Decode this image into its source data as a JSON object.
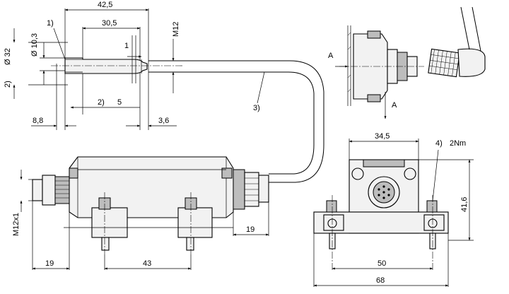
{
  "dimensions": {
    "sensor_total_length": "42,5",
    "sensor_body_length": "30,5",
    "sensor_thread": "M12",
    "sensor_diameter_inner": "Ø 10,3",
    "sensor_diameter_outer": "Ø 32",
    "sensor_gap": "1",
    "sensor_left_offset": "8,8",
    "sensor_right_offset": "3,6",
    "sensor_depth": "5",
    "connector_offset": "19",
    "connector_thread": "M12x1",
    "left_margin": "19",
    "mount_spacing": "43",
    "front_top_width": "34,5",
    "front_height": "41,6",
    "front_mount_spacing": "50",
    "front_total_width": "68",
    "torque": "2Nm"
  },
  "callouts": {
    "c1": "1)",
    "c2a": "2)",
    "c2b": "2)",
    "c3": "3)",
    "c4": "4)"
  },
  "views": {
    "view_a_top": "A",
    "view_a_arrow": "A"
  }
}
